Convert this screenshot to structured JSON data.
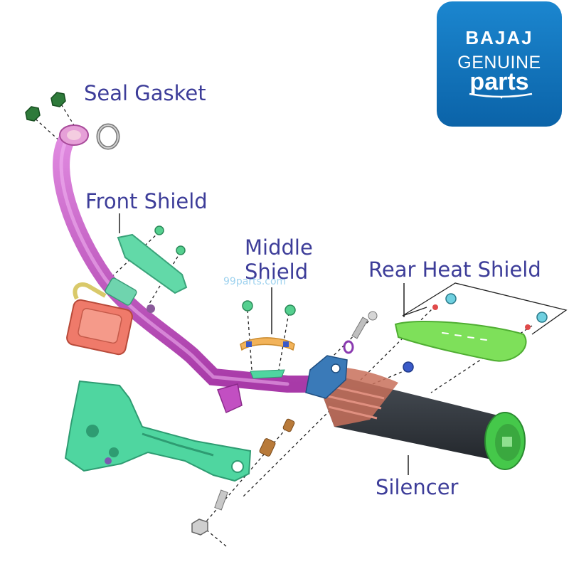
{
  "labels": {
    "seal_gasket": "Seal Gasket",
    "front_shield": "Front Shield",
    "middle_shield_line1": "Middle",
    "middle_shield_line2": "Shield",
    "rear_heat_shield": "Rear Heat Shield",
    "silencer": "Silencer"
  },
  "logo": {
    "brand": "BAJAJ",
    "line2": "GENUINE",
    "line3": "parts"
  },
  "watermark": "99parts.com",
  "colors": {
    "label_text": "#3d3d99",
    "pipe": "#c24fc2",
    "part_green": "#4fd6a0",
    "heat_shield_green": "#7ee05a",
    "silencer_body": "#333840",
    "silencer_cap": "#45c84a",
    "logo_blue": "#0b6cb6"
  }
}
